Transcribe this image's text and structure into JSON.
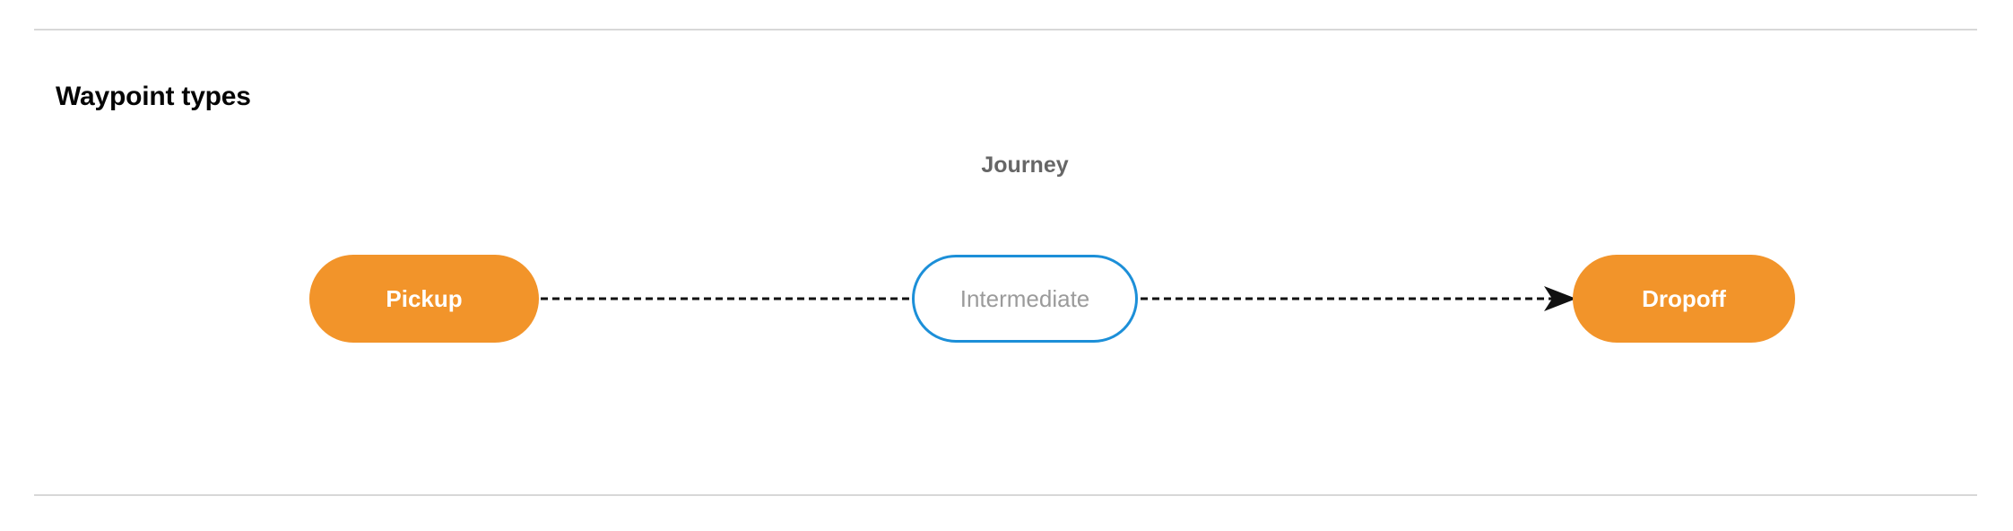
{
  "section": {
    "title": "Waypoint types"
  },
  "diagram": {
    "group_label": "Journey",
    "nodes": [
      {
        "id": "pickup",
        "label": "Pickup",
        "style": "filled",
        "color": "#F2942A",
        "text_color": "#FFFFFF"
      },
      {
        "id": "intermediate",
        "label": "Intermediate",
        "style": "outlined",
        "color": "#1C8FD8",
        "text_color": "#9B9B9B"
      },
      {
        "id": "dropoff",
        "label": "Dropoff",
        "style": "filled",
        "color": "#F2942A",
        "text_color": "#FFFFFF"
      }
    ],
    "edges": [
      {
        "from": "pickup",
        "to": "intermediate",
        "line": "dashed",
        "arrowhead": false
      },
      {
        "from": "intermediate",
        "to": "dropoff",
        "line": "dashed",
        "arrowhead": true
      }
    ]
  },
  "colors": {
    "accent_orange": "#F2942A",
    "accent_blue": "#1C8FD8",
    "rule_gray": "#D8D8D8",
    "label_gray": "#666666",
    "edge_black": "#111111"
  }
}
